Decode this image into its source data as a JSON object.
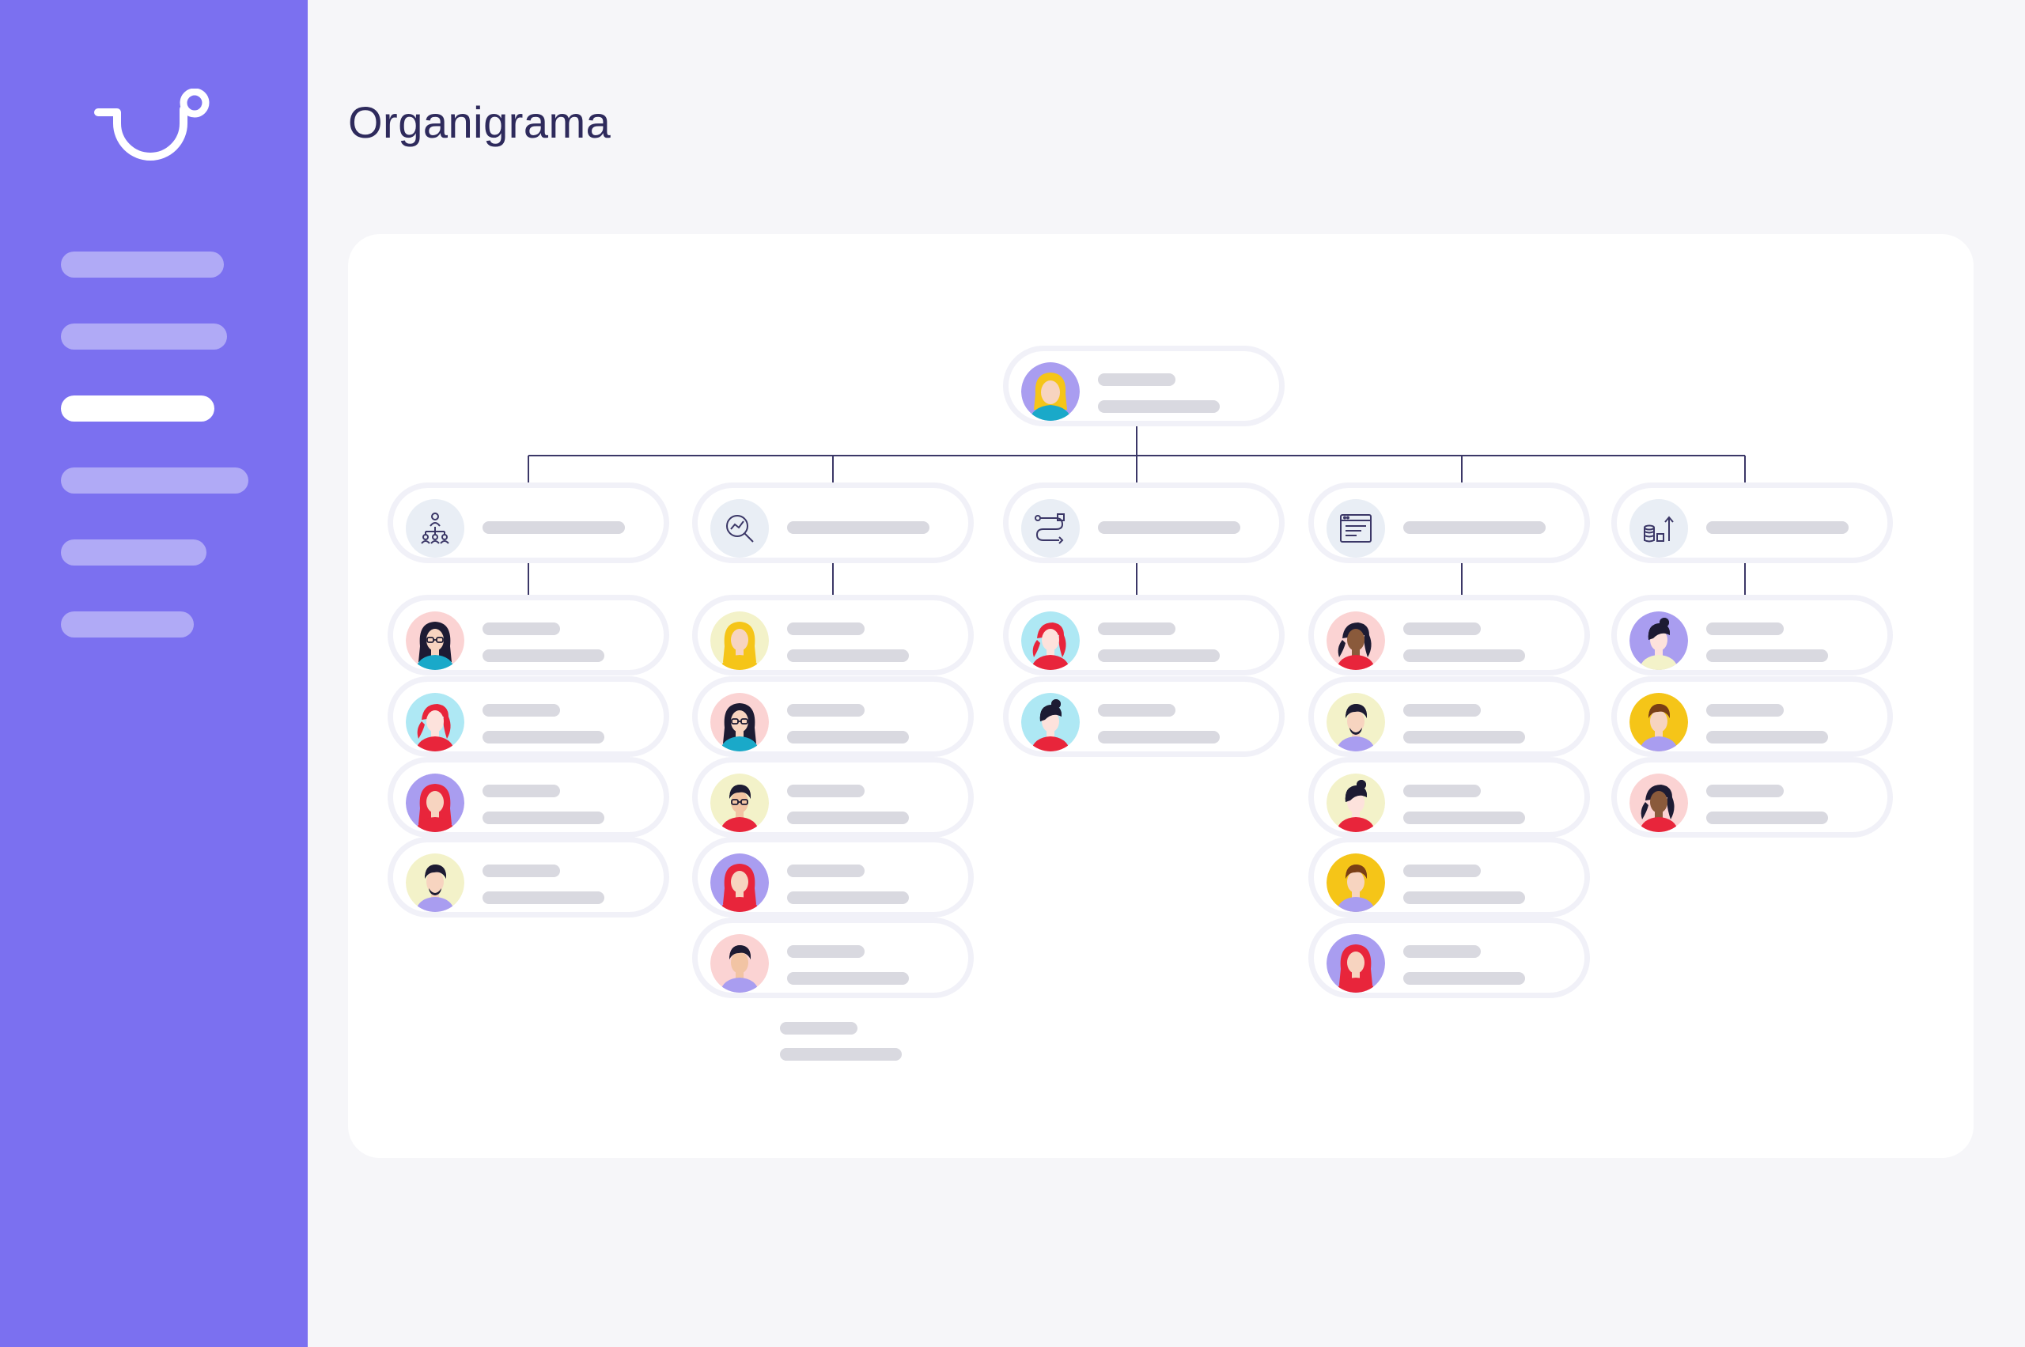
{
  "page": {
    "title": "Organigrama"
  },
  "colors": {
    "sidebar": "#7b70f0",
    "nav_inactive": "#b0aaf6",
    "nav_active": "#ffffff",
    "title": "#2e2a5c",
    "connector": "#3b3767",
    "placeholder": "#d9d9e0",
    "dept_icon_bg": "#e9eef5"
  },
  "sidebar": {
    "logo_icon": "smile-logo-icon",
    "nav_items": [
      {
        "state": "inactive"
      },
      {
        "state": "inactive"
      },
      {
        "state": "active"
      },
      {
        "state": "inactive"
      },
      {
        "state": "inactive"
      },
      {
        "state": "inactive"
      }
    ]
  },
  "orgchart": {
    "root": {
      "avatar": "person-avatar-blonde-woman"
    },
    "departments": [
      {
        "icon": "team-structure-icon",
        "members": [
          "avatar-woman-glasses",
          "avatar-woman-red-ponytail",
          "avatar-woman-red-hair",
          "avatar-man-beard"
        ]
      },
      {
        "icon": "analytics-search-icon",
        "members": [
          "avatar-woman-blonde",
          "avatar-woman-glasses",
          "avatar-man-glasses",
          "avatar-woman-red-hair",
          "avatar-man-dark-hair"
        ]
      },
      {
        "icon": "workflow-icon",
        "members": [
          "avatar-woman-red-ponytail",
          "avatar-woman-dark-bun"
        ]
      },
      {
        "icon": "browser-window-icon",
        "members": [
          "avatar-woman-dark-ponytail",
          "avatar-man-beard",
          "avatar-woman-dark-bun",
          "avatar-man-brown-hair",
          "avatar-woman-red-hair"
        ]
      },
      {
        "icon": "finance-growth-icon",
        "members": [
          "avatar-woman-dark-hair",
          "avatar-man-brown-hair",
          "avatar-woman-dark-ponytail"
        ]
      }
    ]
  }
}
